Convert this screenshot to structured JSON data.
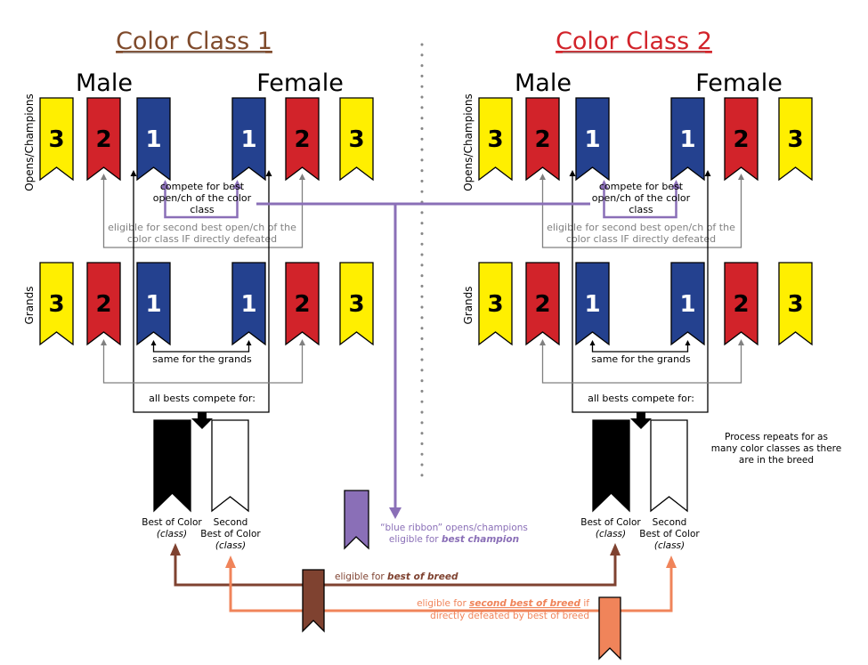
{
  "colors": {
    "yellow": "#FFEF00",
    "red": "#D2232A",
    "blue": "#24418F",
    "purple": "#8A6FB7",
    "brown": "#7F4230",
    "salmon": "#F0845A",
    "gray": "#808080",
    "title1": "#7F4A2B",
    "title2": "#D2232A"
  },
  "classes": [
    {
      "title": "Color Class 1",
      "male_label": "Male",
      "female_label": "Female",
      "row_opens_label": "Opens/Champions",
      "row_grands_label": "Grands",
      "ribbons_male": [
        "3",
        "2",
        "1"
      ],
      "ribbons_female": [
        "1",
        "2",
        "3"
      ],
      "compete_note": [
        "compete for best",
        "open/ch of the color",
        "class"
      ],
      "eligible_note": [
        "eligible for second best open/ch of the",
        "color class IF directly defeated"
      ],
      "grands_note": "same for the grands",
      "all_bests_note": "all bests compete for:",
      "best_label": "Best of Color",
      "best_sub": "(class)",
      "second_label_1": "Second",
      "second_label_2": "Best of Color",
      "second_sub": "(class)"
    },
    {
      "title": "Color Class 2",
      "male_label": "Male",
      "female_label": "Female",
      "row_opens_label": "Opens/Champions",
      "row_grands_label": "Grands",
      "ribbons_male": [
        "3",
        "2",
        "1"
      ],
      "ribbons_female": [
        "1",
        "2",
        "3"
      ],
      "compete_note": [
        "compete for best",
        "open/ch of the color",
        "class"
      ],
      "eligible_note": [
        "eligible for second best open/ch of the",
        "color class IF directly defeated"
      ],
      "grands_note": "same for the grands",
      "all_bests_note": "all bests compete for:",
      "best_label": "Best of Color",
      "best_sub": "(class)",
      "second_label_1": "Second",
      "second_label_2": "Best of Color",
      "second_sub": "(class)"
    }
  ],
  "repeat_note": [
    "Process repeats for as",
    "many color classes as there",
    "are in the breed"
  ],
  "best_champion": {
    "line1": "“blue ribbon” opens/champions",
    "line2_prefix": "eligible for ",
    "line2_emph": "best champion"
  },
  "best_of_breed": {
    "prefix": "eligible for ",
    "emph": "best of breed"
  },
  "second_best_of_breed": {
    "line1_prefix": "eligible for ",
    "line1_emph": "second best of breed",
    "line1_suffix": " if",
    "line2": "directly defeated by best of breed"
  }
}
